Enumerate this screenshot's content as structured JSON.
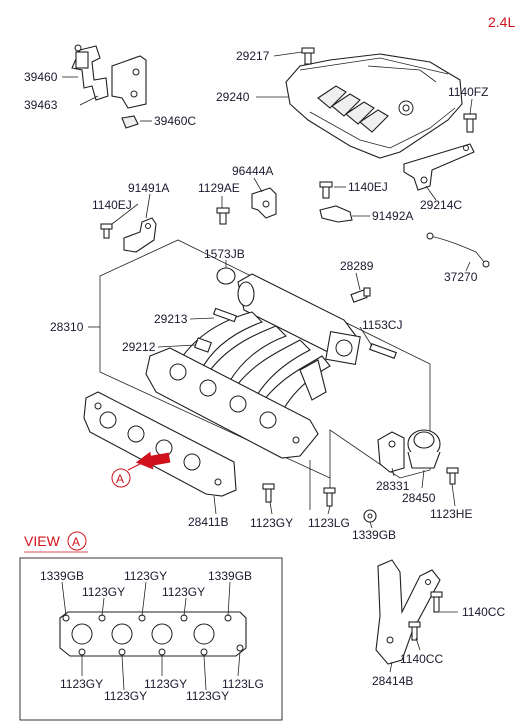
{
  "engine_spec": "2.4L",
  "view_title": "VIEW",
  "view_marker": "A",
  "callout_marker": "A",
  "labels": {
    "p39460": "39460",
    "p39463": "39463",
    "p39460c": "39460C",
    "p29217": "29217",
    "p29240": "29240",
    "p1140fz": "1140FZ",
    "p29214c": "29214C",
    "p96444a": "96444A",
    "p1129ae": "1129AE",
    "p1140ej_top": "1140EJ",
    "p91492a": "91492A",
    "p91491a": "91491A",
    "p1140ej_left": "1140EJ",
    "p1573jb": "1573JB",
    "p28289": "28289",
    "p37270": "37270",
    "p28310": "28310",
    "p29213": "29213",
    "p1153cj": "1153CJ",
    "p29212": "29212",
    "p28331": "28331",
    "p28450": "28450",
    "p1123he": "1123HE",
    "p28411b": "28411B",
    "p1123gy_main": "1123GY",
    "p1123lg_main": "1123LG",
    "p1339gb_main": "1339GB"
  },
  "view_labels": {
    "v1339gb_a": "1339GB",
    "v1123gy_a": "1123GY",
    "v1339gb_b": "1339GB",
    "v1123gy_b": "1123GY",
    "v1123gy_c": "1123GY",
    "v1123gy_d": "1123GY",
    "v1123gy_e": "1123GY",
    "v1123gy_f": "1123GY",
    "v1123gy_g": "1123GY",
    "v1123lg": "1123LG",
    "v1140cc_a": "1140CC",
    "v1140cc_b": "1140CC",
    "v28414b": "28414B"
  },
  "colors": {
    "label_text": "#1a1a2e",
    "accent_red": "#d0111b",
    "line": "#222222"
  }
}
